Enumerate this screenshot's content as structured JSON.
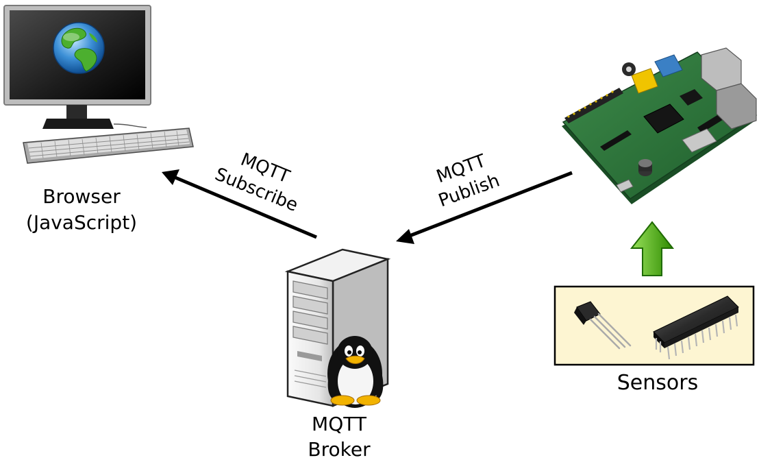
{
  "nodes": {
    "browser": {
      "label_line1": "Browser",
      "label_line2": "(JavaScript)",
      "icon": "desktop-computer-globe"
    },
    "broker": {
      "label_line1": "MQTT",
      "label_line2": "Broker",
      "icon": "linux-server-tux"
    },
    "device": {
      "icon": "raspberry-pi-board"
    },
    "sensors": {
      "label": "Sensors",
      "icons": [
        "transistor-sensor",
        "dip-chip"
      ],
      "box_color": "#fdf5d2"
    }
  },
  "edges": {
    "subscribe": {
      "line1": "MQTT",
      "line2": "Subscribe",
      "from": "broker",
      "to": "browser"
    },
    "publish": {
      "line1": "MQTT",
      "line2": "Publish",
      "from": "device",
      "to": "broker"
    },
    "sensors_to_device": {
      "from": "sensors",
      "to": "device",
      "color": "#3aa100"
    }
  }
}
